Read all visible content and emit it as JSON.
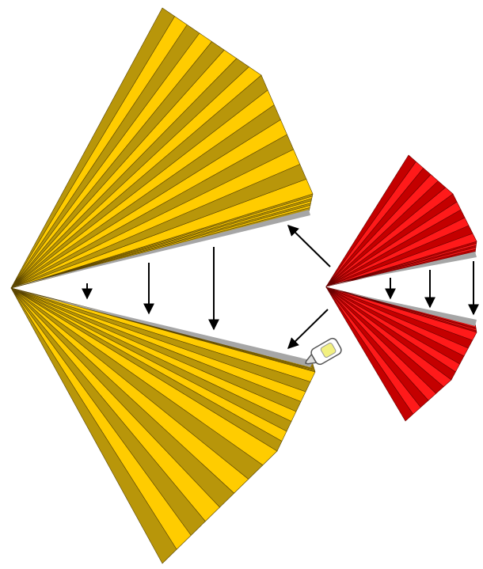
{
  "diagram": {
    "description_free": true,
    "large_fan": {
      "colors": {
        "light": "#FFCC00",
        "dark": "#B8960A",
        "outline": "#5A4500"
      },
      "pleats_per_half": 16
    },
    "small_fan": {
      "colors": {
        "light": "#FF1A1A",
        "dark": "#C40000",
        "outline": "#6A0000"
      },
      "pleats_per_half": 14
    },
    "edge_color": "#A6A6A6",
    "arrow_color": "#000000",
    "fold_arrows_large": 3,
    "fold_arrows_small": 3,
    "transfer_arrows": [
      "up-left",
      "down-left"
    ],
    "glue_icon": "glue-bottle-icon"
  }
}
